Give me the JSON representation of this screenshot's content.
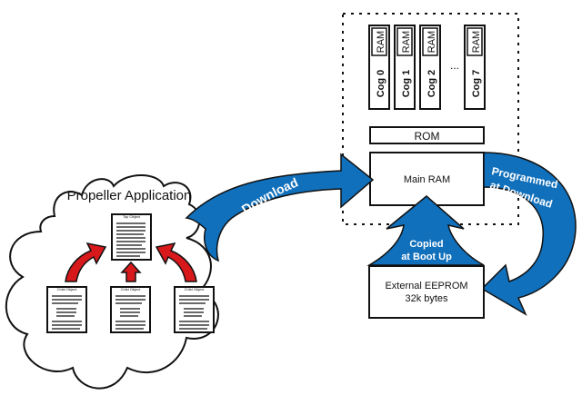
{
  "title": "Propeller Application",
  "colors": {
    "blue_arrow": "#1170BB",
    "red_arrow": "#D7191C",
    "outline": "#111111"
  },
  "chip": {
    "cogs": [
      {
        "label": "Cog 0",
        "ram": "RAM"
      },
      {
        "label": "Cog 1",
        "ram": "RAM"
      },
      {
        "label": "Cog 2",
        "ram": "RAM"
      },
      {
        "label": "Cog 7",
        "ram": "RAM"
      }
    ],
    "ellipsis": "...",
    "rom": "ROM",
    "main_ram": "Main RAM"
  },
  "eeprom": {
    "line1": "External EEPROM",
    "line2": "32k bytes"
  },
  "arrows": {
    "download": "Download",
    "programmed_line1": "Programmed",
    "programmed_line2": "at Download",
    "copied_line1": "Copied",
    "copied_line2": "at Boot Up"
  },
  "documents": {
    "top": "Top Object",
    "children": [
      "Child Object",
      "Child Object",
      "Child Object"
    ]
  }
}
